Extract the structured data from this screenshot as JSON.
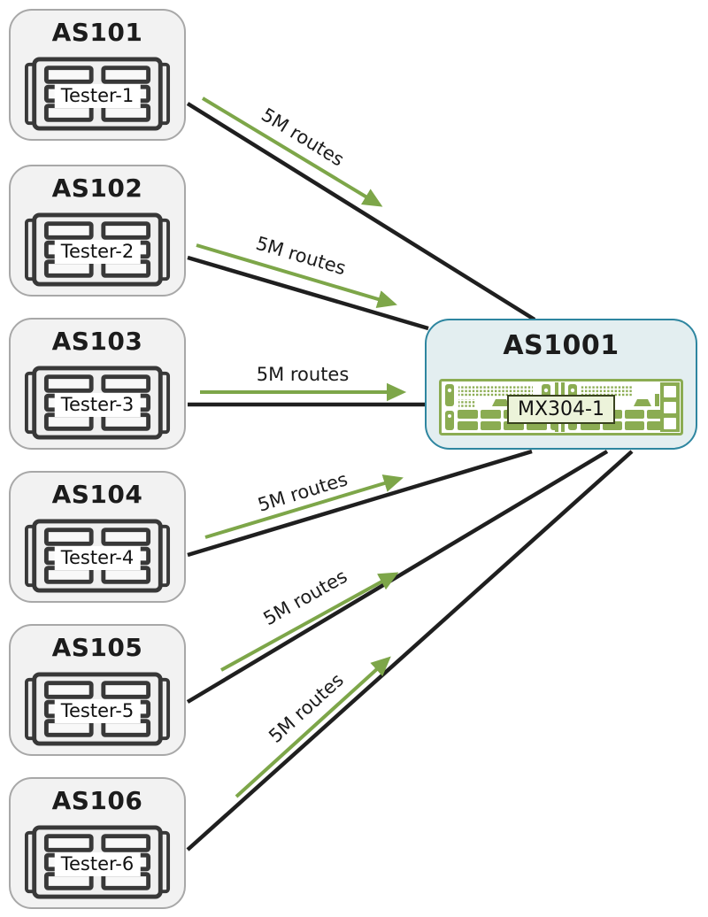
{
  "diagram": {
    "background": "#ffffff",
    "colors": {
      "session_line_black": "#1f1f1f",
      "route_arrow_green": "#7da649",
      "router_chassis_green": "#8bac52",
      "tester_node_fill": "#f2f2f2",
      "tester_node_border": "#a8a8a8",
      "tester_icon_stroke": "#383838",
      "core_node_fill": "#e3eef0",
      "core_node_border": "#2e86a0",
      "mx_label_fill": "#ecf3da"
    },
    "tester_nodes": [
      {
        "asn": "AS101",
        "device": "Tester-1"
      },
      {
        "asn": "AS102",
        "device": "Tester-2"
      },
      {
        "asn": "AS103",
        "device": "Tester-3"
      },
      {
        "asn": "AS104",
        "device": "Tester-4"
      },
      {
        "asn": "AS105",
        "device": "Tester-5"
      },
      {
        "asn": "AS106",
        "device": "Tester-6"
      }
    ],
    "core_node": {
      "asn": "AS1001",
      "device": "MX304-1"
    },
    "links": [
      {
        "from": "AS101",
        "to": "AS1001",
        "label": "5M routes"
      },
      {
        "from": "AS102",
        "to": "AS1001",
        "label": "5M routes"
      },
      {
        "from": "AS103",
        "to": "AS1001",
        "label": "5M routes"
      },
      {
        "from": "AS104",
        "to": "AS1001",
        "label": "5M routes"
      },
      {
        "from": "AS105",
        "to": "AS1001",
        "label": "5M routes"
      },
      {
        "from": "AS106",
        "to": "AS1001",
        "label": "5M routes"
      }
    ]
  }
}
